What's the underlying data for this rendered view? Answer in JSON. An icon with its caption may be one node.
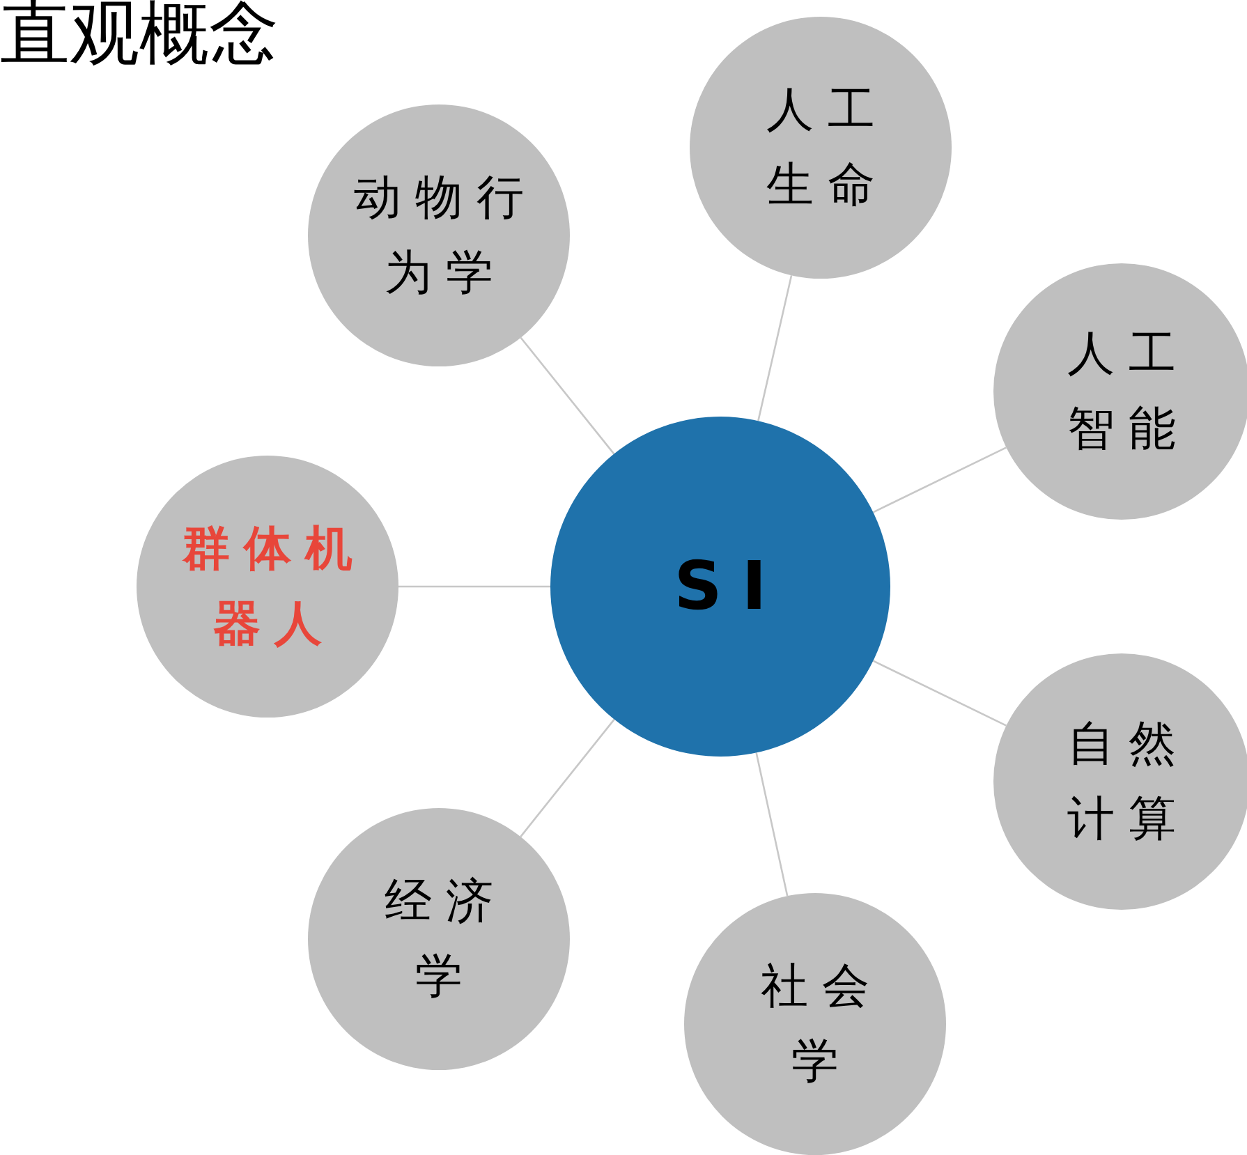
{
  "diagram": {
    "title": "直观概念",
    "nodes": [
      {
        "text": [
          "SI"
        ]
      },
      {
        "text": [
          "人工生命"
        ]
      },
      {
        "text": [
          "动物行为学"
        ]
      },
      {
        "text": [
          "人工智能"
        ]
      },
      {
        "text": [
          "群体机器人"
        ]
      },
      {
        "text": [
          "自然计算"
        ]
      },
      {
        "text": [
          "社会学"
        ]
      },
      {
        "text": [
          "经济学"
        ]
      }
    ],
    "edges": [
      {
        "from": 0,
        "to": 1,
        "arrow": "none"
      },
      {
        "from": 0,
        "to": 2,
        "arrow": "none"
      },
      {
        "from": 0,
        "to": 3,
        "arrow": "none"
      },
      {
        "from": 0,
        "to": 4,
        "arrow": "none"
      },
      {
        "from": 0,
        "to": 5,
        "arrow": "none"
      },
      {
        "from": 0,
        "to": 6,
        "arrow": "none"
      },
      {
        "from": 0,
        "to": 7,
        "arrow": "none"
      }
    ]
  }
}
